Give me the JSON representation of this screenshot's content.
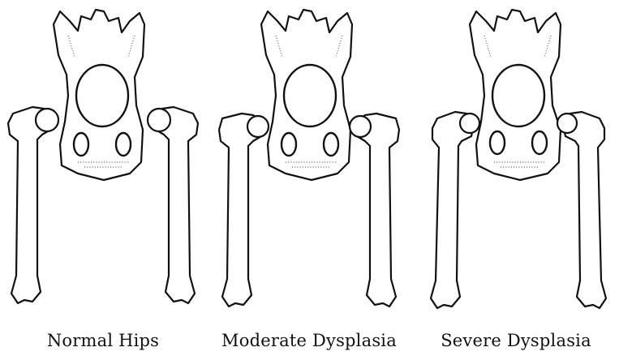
{
  "figure": {
    "panels": [
      {
        "label": "Normal Hips",
        "condition": "normal"
      },
      {
        "label": "Moderate Dysplasia",
        "condition": "moderate"
      },
      {
        "label": "Severe Dysplasia",
        "condition": "severe"
      }
    ]
  }
}
